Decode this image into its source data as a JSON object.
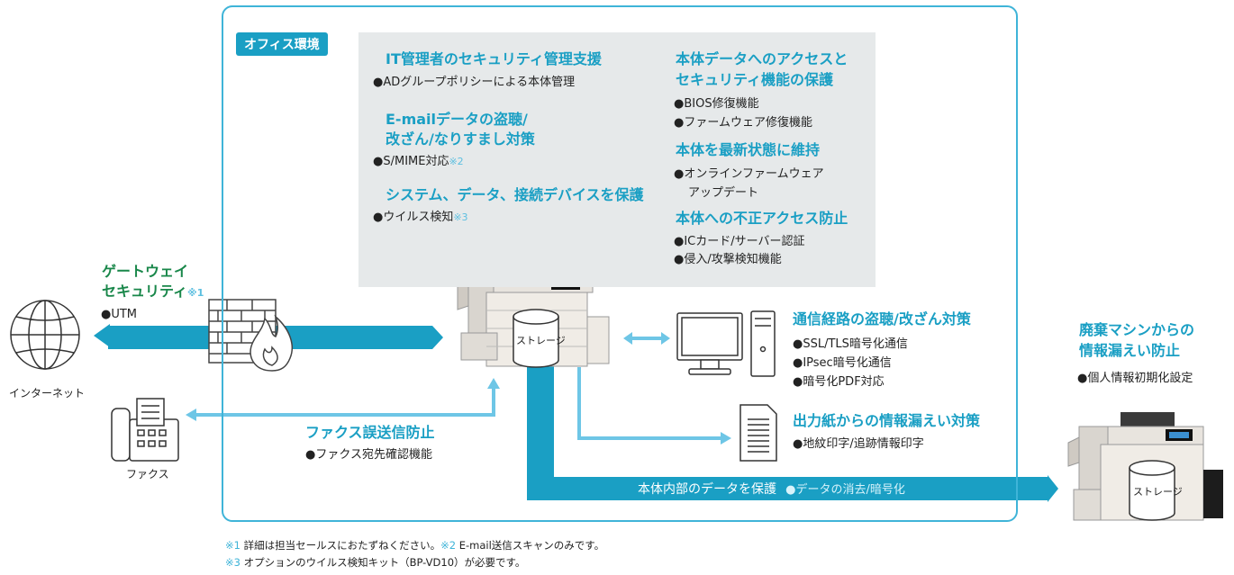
{
  "office_tag": "オフィス環境",
  "panel": {
    "left": [
      {
        "heading_lines": [
          "IT管理者のセキュリティ管理支援"
        ],
        "items": [
          {
            "text": "●ADグループポリシーによる本体管理",
            "note": ""
          }
        ]
      },
      {
        "heading_lines": [
          "E-mailデータの盗聴/",
          "改ざん/なりすまし対策"
        ],
        "items": [
          {
            "text": "●S/MIME対応",
            "note": "※2"
          }
        ]
      },
      {
        "heading_lines": [
          "システム、データ、接続デバイスを保護"
        ],
        "items": [
          {
            "text": "●ウイルス検知",
            "note": "※3"
          }
        ]
      }
    ],
    "right": [
      {
        "heading_lines": [
          "本体データへのアクセスと",
          "セキュリティ機能の保護"
        ],
        "items": [
          "●BIOS修復機能",
          "●ファームウェア修復機能"
        ]
      },
      {
        "heading_lines": [
          "本体を最新状態に維持"
        ],
        "items": [
          "●オンラインファームウェア",
          "アップデート"
        ]
      },
      {
        "heading_lines": [
          "本体への不正アクセス防止"
        ],
        "items": [
          "●ICカード/サーバー認証",
          "●侵入/攻撃検知機能"
        ]
      }
    ]
  },
  "gateway": {
    "title_line1": "ゲートウェイ",
    "title_line2": "セキュリティ",
    "note": "※1",
    "item": "●UTM"
  },
  "internet_label": "インターネット",
  "fax_label": "ファクス",
  "fax_section": {
    "title": "ファクス誤送信防止",
    "item": "●ファクス宛先確認機能"
  },
  "storage_label": "ストレージ",
  "comm_section": {
    "title": "通信経路の盗聴/改ざん対策",
    "items": [
      "●SSL/TLS暗号化通信",
      "●IPsec暗号化通信",
      "●暗号化PDF対応"
    ]
  },
  "paper_section": {
    "title": "出力紙からの情報漏えい対策",
    "item": "●地紋印字/追跡情報印字"
  },
  "banner": {
    "title": "本体内部のデータを保護",
    "item": "●データの消去/暗号化"
  },
  "disposal": {
    "title_line1": "廃棄マシンからの",
    "title_line2": "情報漏えい防止",
    "item": "●個人情報初期化設定"
  },
  "footnotes": {
    "n1": "※1",
    "t1": "詳細は担当セールスにおたずねください。",
    "n2": "※2",
    "t2": "E-mail送信スキャンのみです。",
    "n3": "※3",
    "t3": "オプションのウイルス検知キット（BP-VD10）が必要です。"
  },
  "colors": {
    "accent": "#1a9fc4",
    "frame": "#3fb4d8",
    "light_arrow": "#6ec6e6",
    "panel": "#e6e9ea",
    "gateway_heading": "#19874a"
  }
}
